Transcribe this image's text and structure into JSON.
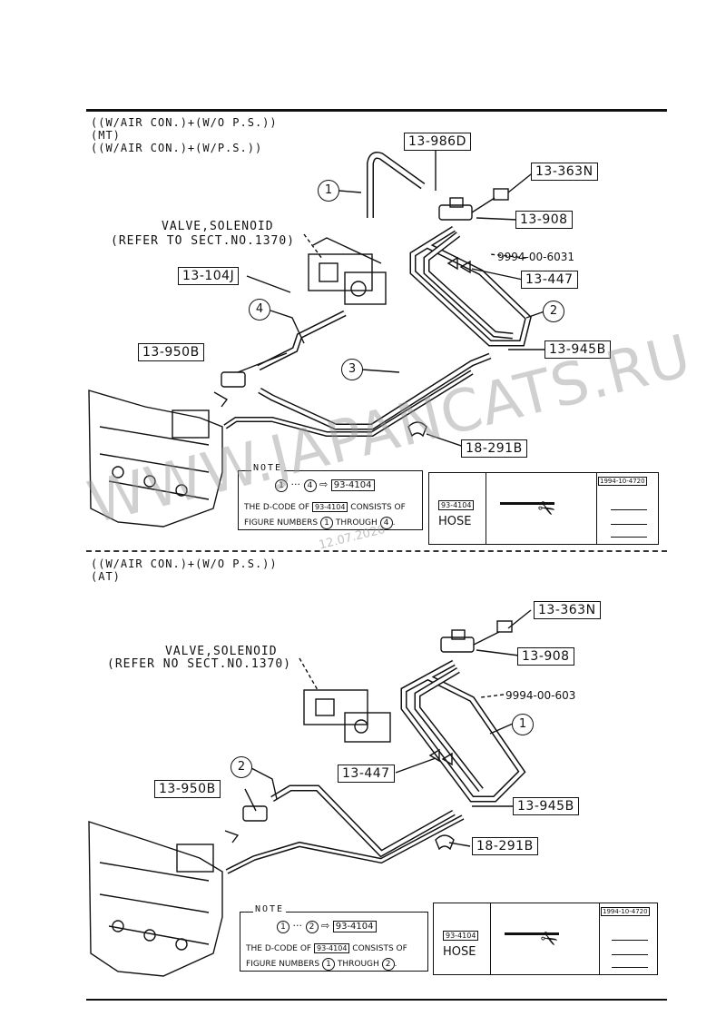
{
  "section_top": {
    "variants": [
      "((W/AIR CON.)+(W/O P.S.))",
      "(MT)",
      "((W/AIR CON.)+(W/P.S.))"
    ],
    "valve_label": [
      "VALVE,SOLENOID",
      "(REFER TO SECT.NO.1370)"
    ],
    "parts": {
      "p13_986D": "13-986D",
      "p13_363N": "13-363N",
      "p13_908": "13-908",
      "p9994": "9994-00-6031",
      "p13_447": "13-447",
      "p13_104J": "13-104J",
      "p13_950B": "13-950B",
      "p13_945B": "13-945B",
      "p18_291B": "18-291B"
    },
    "callouts": [
      "1",
      "2",
      "3",
      "4"
    ],
    "note": {
      "title": "NOTE",
      "range_start": "1",
      "range_sep": "···",
      "range_end": "4",
      "arrow": "⇨",
      "code": "93-4104",
      "text_a": "THE D-CODE OF",
      "text_b": "CONSISTS OF",
      "text_c": "FIGURE NUMBERS",
      "text_d": "THROUGH"
    },
    "legend": {
      "code": "93-4104",
      "label": "HOSE",
      "pn": "1994-10-4720"
    }
  },
  "section_bottom": {
    "variants": [
      "((W/AIR CON.)+(W/O P.S.))",
      "(AT)"
    ],
    "valve_label": [
      "VALVE,SOLENOID",
      "(REFER NO SECT.NO.1370)"
    ],
    "parts": {
      "p13_363N": "13-363N",
      "p13_908": "13-908",
      "p9994": "9994-00-603",
      "p13_447": "13-447",
      "p13_950B": "13-950B",
      "p13_945B": "13-945B",
      "p18_291B": "18-291B"
    },
    "callouts": [
      "1",
      "2"
    ],
    "note": {
      "title": "NOTE",
      "range_start": "1",
      "range_sep": "···",
      "range_end": "2",
      "arrow": "⇨",
      "code": "93-4104",
      "text_a": "THE D-CODE OF",
      "text_b": "CONSISTS OF",
      "text_c": "FIGURE NUMBERS",
      "text_d": "THROUGH"
    },
    "legend": {
      "code": "93-4104",
      "label": "HOSE",
      "pn": "1994-10-4720"
    }
  },
  "watermark": {
    "text": "WWW.JAPANCATS.RU",
    "date": "12.07.2026"
  },
  "colors": {
    "ink": "#111111",
    "watermark": "#969696",
    "paper": "#ffffff"
  }
}
